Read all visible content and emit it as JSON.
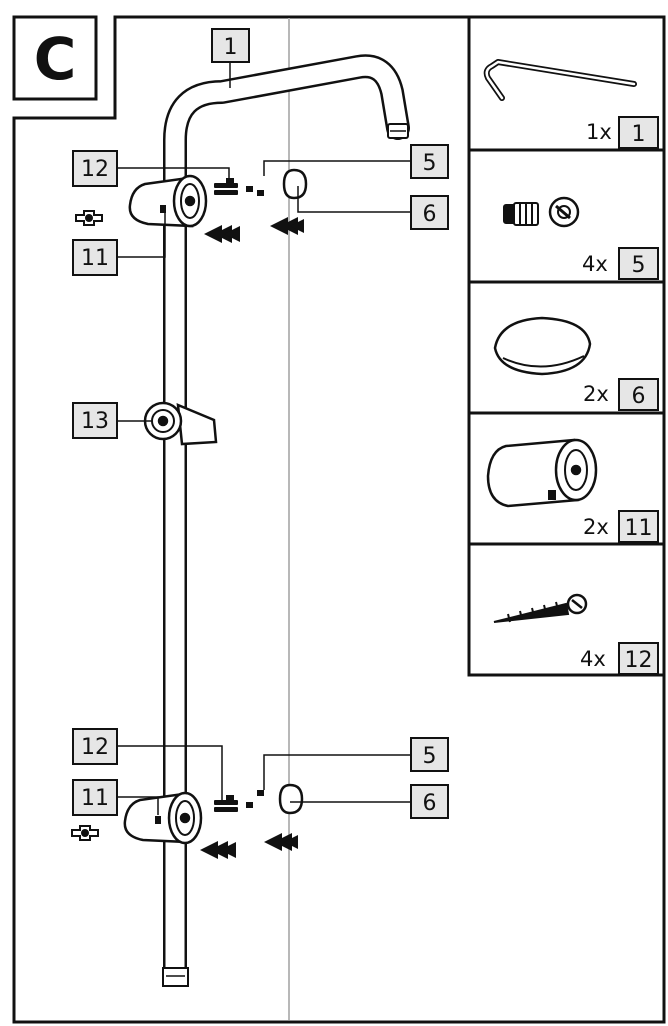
{
  "step": {
    "letter": "C"
  },
  "callouts": {
    "pipe_top": "1",
    "screw_top": "12",
    "holder_top": "11",
    "dowel_top": "5",
    "cap_top": "6",
    "slider": "13",
    "screw_bottom": "12",
    "holder_bottom": "11",
    "dowel_bottom": "5",
    "cap_bottom": "6"
  },
  "parts": [
    {
      "qty": "1x",
      "num": "1",
      "icon": "allen-key-icon"
    },
    {
      "qty": "4x",
      "num": "5",
      "icon": "wall-dowel-icon"
    },
    {
      "qty": "2x",
      "num": "6",
      "icon": "cover-cap-icon"
    },
    {
      "qty": "2x",
      "num": "11",
      "icon": "wall-bracket-icon"
    },
    {
      "qty": "4x",
      "num": "12",
      "icon": "screw-icon"
    }
  ]
}
